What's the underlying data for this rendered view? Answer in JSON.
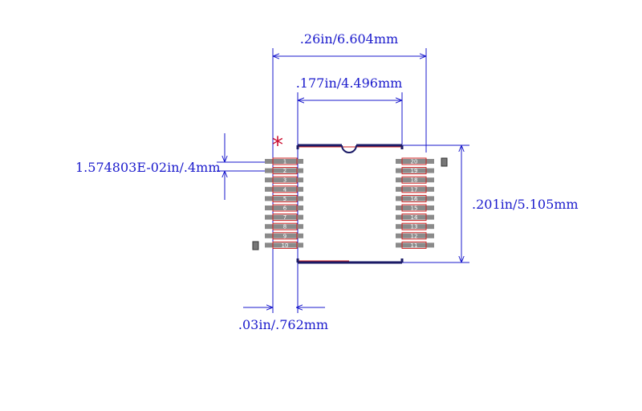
{
  "dimensions": {
    "overall_width": ".26in/6.604mm",
    "body_width": ".177in/4.496mm",
    "pin_pitch": "1.574803E-02in/.4mm",
    "body_height": ".201in/5.105mm",
    "pad_width": ".03in/.762mm"
  },
  "pin1_marker": "*",
  "pins_left": [
    "1",
    "2",
    "3",
    "4",
    "5",
    "6",
    "7",
    "8",
    "9",
    "10"
  ],
  "pins_right": [
    "20",
    "19",
    "18",
    "17",
    "16",
    "15",
    "14",
    "13",
    "12",
    "11"
  ],
  "colors": {
    "dimension": "#1a1acc",
    "pad": "#8a8a8a",
    "outline": "#1a1a66",
    "pin_outline": "#cc2222",
    "marker": "#cc1133"
  }
}
